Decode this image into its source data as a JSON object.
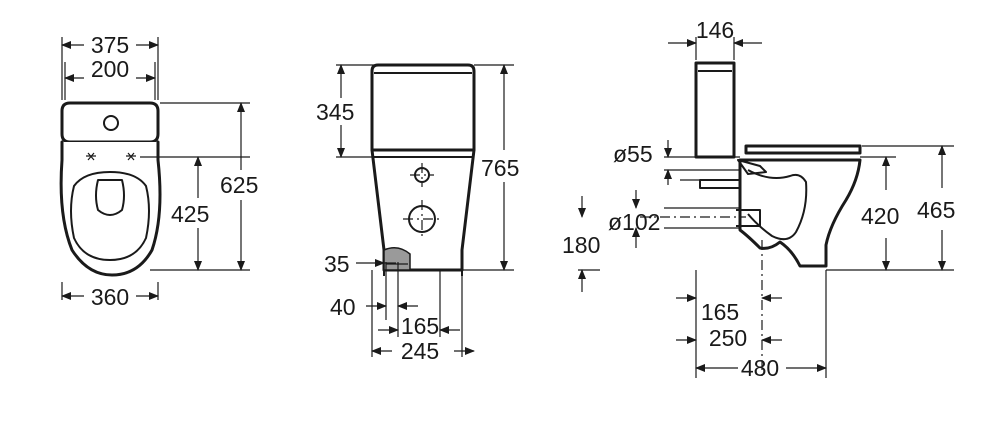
{
  "colors": {
    "line": "#1a1a1a",
    "background": "#ffffff",
    "hatch": "#9a9a9a"
  },
  "top_view": {
    "dims": {
      "overall_width": "375",
      "tank_holes": "200",
      "overall_depth": "625",
      "hole_to_front": "425",
      "bowl_width": "360"
    }
  },
  "front_view": {
    "dims": {
      "tank_height": "345",
      "overall_height": "765",
      "inlet_height": "35",
      "inlet_offset": "40",
      "fixing_holes": "165",
      "base_width": "245"
    }
  },
  "side_view": {
    "dims": {
      "tank_depth": "146",
      "water_inlet": "ø55",
      "outlet_diameter": "ø102",
      "outlet_height": "180",
      "seat_height": "420",
      "overall_height": "465",
      "wall_to_outlet": "165",
      "wall_to_fixing": "250",
      "overall_depth": "480"
    }
  }
}
